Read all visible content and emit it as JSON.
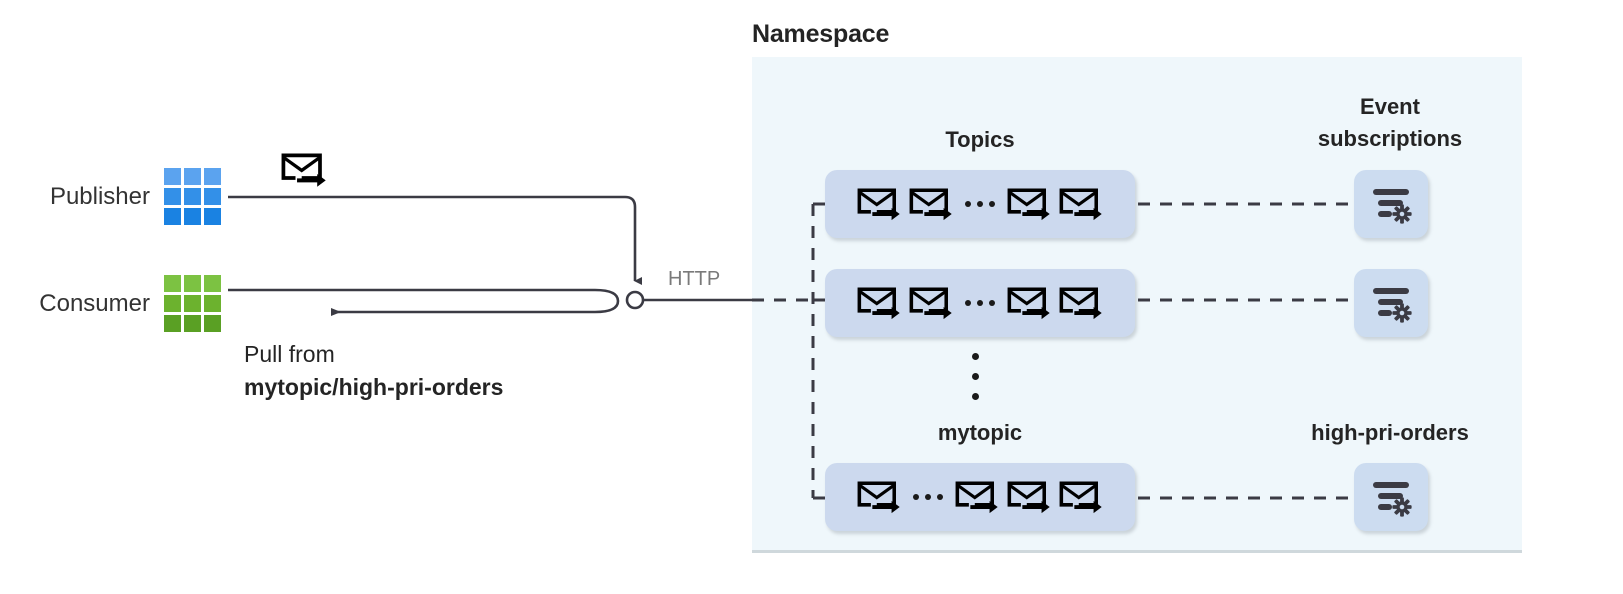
{
  "namespace": {
    "title": "Namespace",
    "panel_color": "#eff7fb",
    "headings": {
      "topics": "Topics",
      "event_subscriptions": "Event\nsubscriptions"
    },
    "labels": {
      "topic_name": "mytopic",
      "subscription_name": "high-pri-orders"
    },
    "topic_rows": [
      {
        "pattern": [
          "envelope",
          "envelope",
          "ellipsis",
          "envelope",
          "envelope"
        ]
      },
      {
        "pattern": [
          "envelope",
          "envelope",
          "ellipsis",
          "envelope",
          "envelope"
        ]
      },
      {
        "pattern": [
          "envelope",
          "ellipsis",
          "envelope",
          "envelope",
          "envelope"
        ]
      }
    ],
    "subscription_rows": [
      {
        "icon": "filter-gear-icon"
      },
      {
        "icon": "filter-gear-icon"
      },
      {
        "icon": "filter-gear-icon"
      }
    ],
    "vertical_ellipsis": "⋮"
  },
  "actors": {
    "publisher": {
      "label": "Publisher",
      "icon": "blue-grid-icon",
      "colors": [
        "#5ba3ef",
        "#3390e8",
        "#1a82e2"
      ]
    },
    "consumer": {
      "label": "Consumer",
      "icon": "green-grid-icon",
      "colors": [
        "#7cc242",
        "#6cb22e",
        "#5aa024"
      ]
    }
  },
  "flows": {
    "publish_icon": "envelope-arrow-icon",
    "protocol_label": "HTTP",
    "pull_caption_line1": "Pull from",
    "pull_caption_line2": "mytopic/high-pri-orders"
  },
  "colors": {
    "topic_box": "#ccd9ee",
    "subscription_box": "#ccdcf0",
    "namespace_bg": "#eff7fb",
    "line": "#3b3b44",
    "http_text": "#7a7a7a",
    "text": "#242424"
  }
}
